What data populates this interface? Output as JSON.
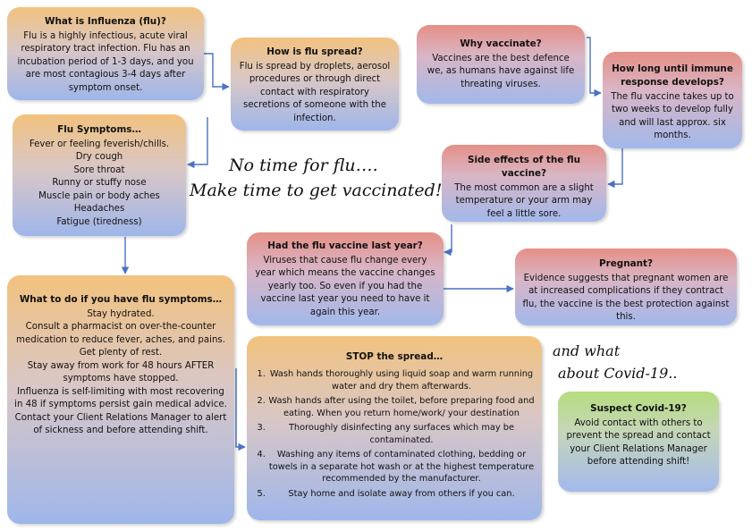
{
  "influenza": {
    "title": "What is Influenza (flu)?",
    "body": "Flu is a highly infectious, acute viral respiratory tract infection. Flu has an incubation period of 1-3 days, and you are most contagious 3-4 days after symptom onset."
  },
  "spread": {
    "title": "How is flu spread?",
    "body": "Flu is spread by droplets, aerosol procedures or through direct contact with respiratory secretions of someone with the infection."
  },
  "symptoms": {
    "title": "Flu Symptoms…",
    "items": [
      "Fever or feeling feverish/chills.",
      "Dry cough",
      "Sore throat",
      "Runny or stuffy nose",
      "Muscle pain or body aches",
      "Headaches",
      "Fatigue (tiredness)"
    ]
  },
  "slogan": {
    "line1": "No time for flu….",
    "line2": "Make time to get vaccinated!"
  },
  "what_to_do": {
    "title": "What to do if you have flu symptoms…",
    "items": [
      "Stay hydrated.",
      "Consult a pharmacist on over-the-counter medication to reduce fever, aches, and pains.",
      "Get plenty of rest.",
      "Stay away from work for 48 hours AFTER symptoms have stopped.",
      "Influenza is self-limiting with most recovering in 48 if symptoms persist gain medical advice.",
      "Contact your Client Relations Manager to alert of sickness and before attending shift."
    ]
  },
  "why_vaccinate": {
    "title": "Why vaccinate?",
    "body": "Vaccines are the best defence we, as humans have against life threating viruses."
  },
  "immune": {
    "title": "How long until immune response develops?",
    "body": "The flu vaccine takes up to two weeks to develop fully and will last approx. six months."
  },
  "side_effects": {
    "title": "Side effects of the flu vaccine?",
    "body": "The most common are a slight temperature or your arm may feel a little sore."
  },
  "last_year": {
    "title": "Had the flu vaccine last year?",
    "body": "Viruses that cause flu change every year which means the vaccine changes yearly too. So even if you had the vaccine last year you need to have it again this year."
  },
  "pregnant": {
    "title": "Pregnant?",
    "body": "Evidence suggests that pregnant women are at increased complications if they contract flu, the vaccine is the best protection against this."
  },
  "stop": {
    "title": "STOP the spread…",
    "items": [
      "Wash hands thoroughly using liquid soap and warm running water and dry them afterwards.",
      "Wash hands after using the toilet, before preparing food and eating. When you return home/work/ your destination",
      "Thoroughly disinfecting any surfaces which may be contaminated.",
      "Washing any items of contaminated clothing, bedding or towels in a separate hot wash or at the highest temperature recommended by the manufacturer.",
      "Stay home and isolate away from others if you can."
    ]
  },
  "covid_text": {
    "line1": "and what",
    "line2": "about Covid-19.."
  },
  "covid": {
    "title": "Suspect Covid-19?",
    "body": "Avoid contact with others to prevent the spread and contact your Client Relations Manager before attending shift!"
  },
  "colors": {
    "arrow": "#4a72c4",
    "orange_top": "#f2c27e",
    "pink_top": "#e58f86",
    "green_top": "#b6dd7e",
    "box_bottom": "#9fb6ea"
  }
}
